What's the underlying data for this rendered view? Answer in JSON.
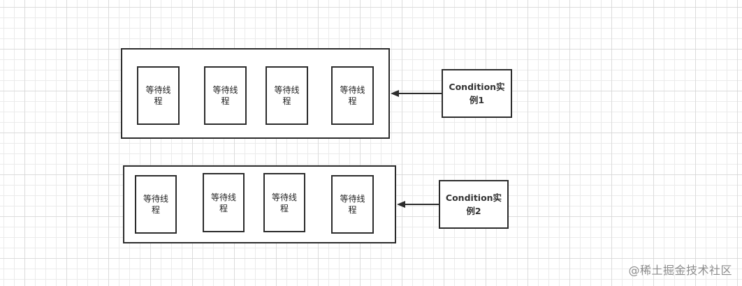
{
  "diagram": {
    "groups": [
      {
        "name": "condition-1",
        "threads": [
          "等待线程",
          "等待线程",
          "等待线程",
          "等待线程"
        ],
        "condition_label": "Condition实例1"
      },
      {
        "name": "condition-2",
        "threads": [
          "等待线程",
          "等待线程",
          "等待线程",
          "等待线程"
        ],
        "condition_label": "Condition实例2"
      }
    ],
    "edges": [
      {
        "from": "Condition实例1",
        "to": "等待线程队列1"
      },
      {
        "from": "Condition实例2",
        "to": "等待线程队列2"
      }
    ],
    "colors": {
      "stroke": "#2b2b2b",
      "text": "#222222",
      "watermark": "#8c8c8c"
    }
  },
  "watermark": "@稀土掘金技术社区"
}
